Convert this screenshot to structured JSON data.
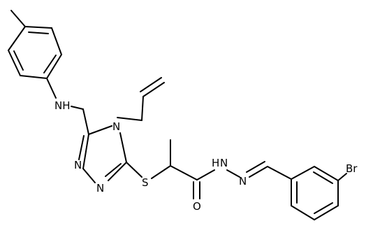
{
  "molecule": {
    "atom_labels": {
      "nh_amine": "NH",
      "n_ring_top": "N",
      "n_ring_left": "N",
      "n_ring_lower": "N",
      "sulfur": "S",
      "oxygen": "O",
      "nh_hydrazide": "N",
      "h_hydrazide": "H",
      "n_imine": "N",
      "bromine": "Br"
    }
  }
}
